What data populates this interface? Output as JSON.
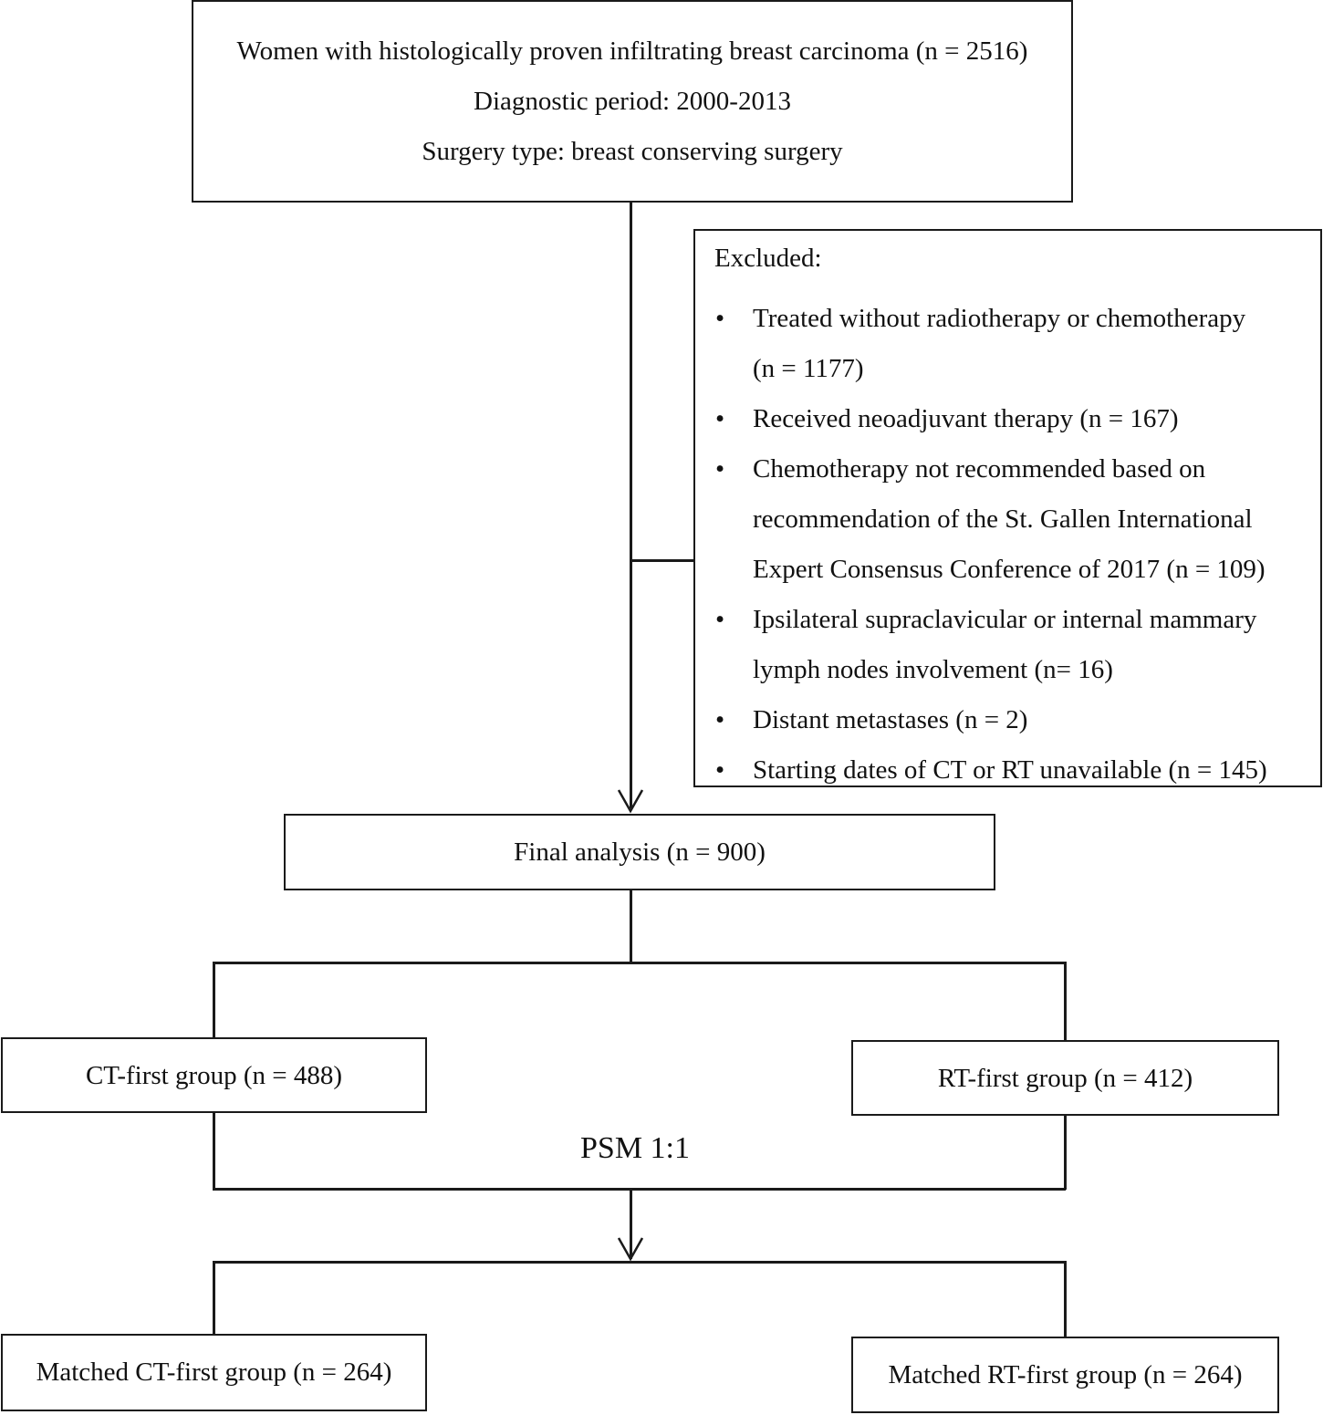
{
  "top_box": {
    "line1": "Women with histologically proven infiltrating breast carcinoma (n = 2516)",
    "line2": "Diagnostic period: 2000-2013",
    "line3": "Surgery type: breast conserving surgery"
  },
  "excluded": {
    "heading": "Excluded:",
    "items": [
      [
        "Treated without radiotherapy or chemotherapy",
        "(n = 1177)"
      ],
      [
        "Received neoadjuvant therapy (n = 167)"
      ],
      [
        "Chemotherapy not recommended based on",
        "recommendation of the St. Gallen International",
        "Expert Consensus Conference of 2017 (n = 109)"
      ],
      [
        "Ipsilateral supraclavicular or internal mammary",
        "lymph nodes involvement (n= 16)"
      ],
      [
        "Distant metastases (n = 2)"
      ],
      [
        "Starting dates of CT or RT unavailable (n = 145)"
      ]
    ]
  },
  "final_box": {
    "label": "Final analysis (n = 900)"
  },
  "ct_first": {
    "label": "CT-first group (n = 488)"
  },
  "rt_first": {
    "label": "RT-first group (n = 412)"
  },
  "psm": {
    "label": "PSM 1:1"
  },
  "matched_ct": {
    "label": "Matched CT-first group (n = 264)"
  },
  "matched_rt": {
    "label": "Matched RT-first group (n = 264)"
  }
}
